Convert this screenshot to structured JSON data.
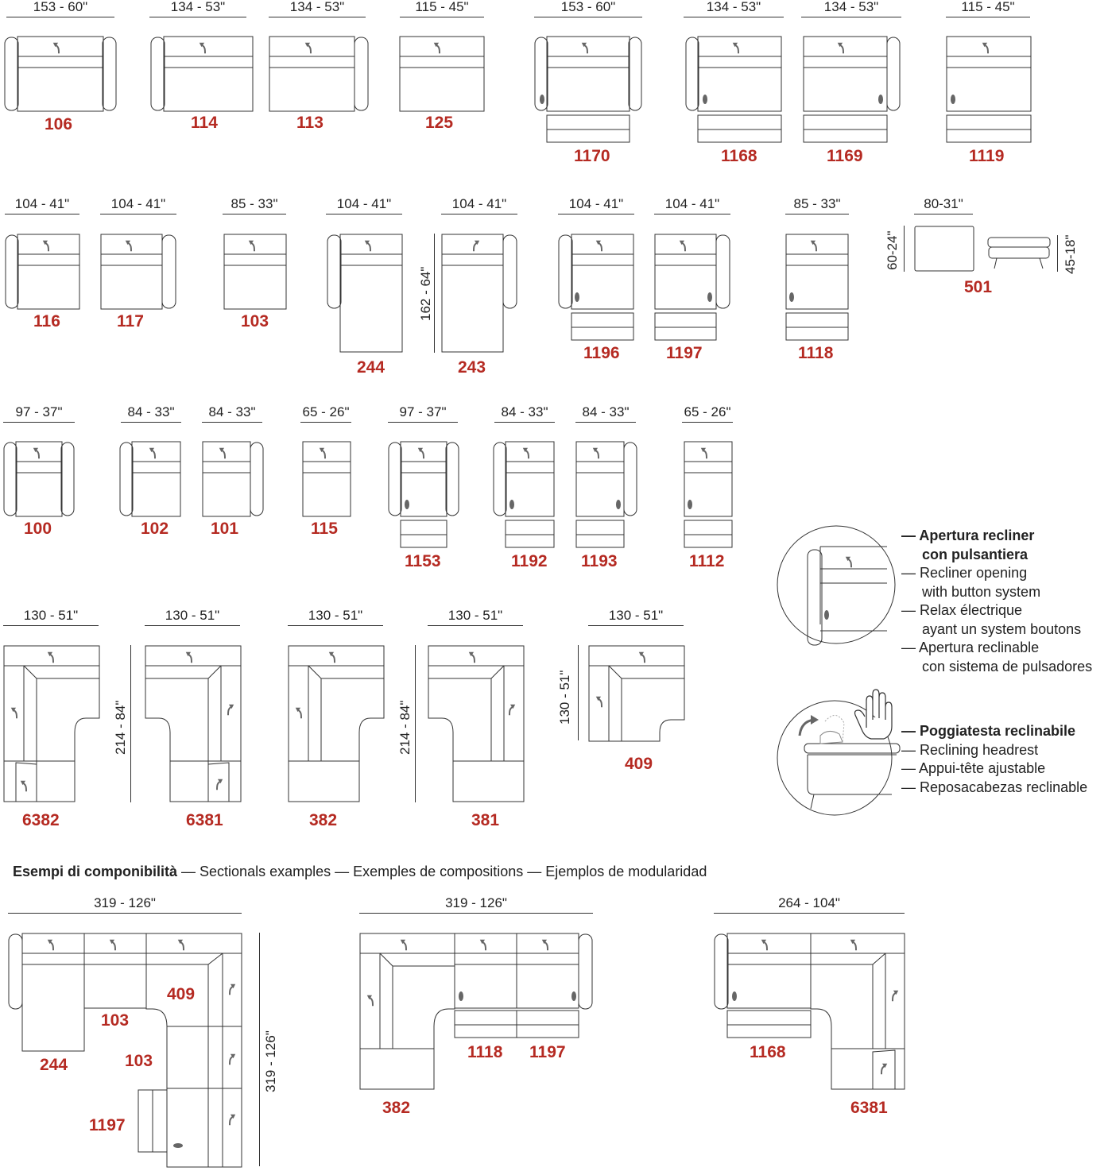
{
  "catalog": {
    "row1": [
      {
        "dim": "153 - 60\"",
        "code": "106"
      },
      {
        "dim": "134 - 53\"",
        "code": "114"
      },
      {
        "dim": "134 - 53\"",
        "code": "113"
      },
      {
        "dim": "115 - 45\"",
        "code": "125"
      },
      {
        "dim": "153 - 60\"",
        "code": "1170"
      },
      {
        "dim": "134 - 53\"",
        "code": "1168"
      },
      {
        "dim": "134 - 53\"",
        "code": "1169"
      },
      {
        "dim": "115 - 45\"",
        "code": "1119"
      }
    ],
    "row2": [
      {
        "dim": "104 - 41\"",
        "code": "116"
      },
      {
        "dim": "104 - 41\"",
        "code": "117"
      },
      {
        "dim": "85 - 33\"",
        "code": "103"
      },
      {
        "dim": "104 - 41\"",
        "code": "244"
      },
      {
        "dim": "104 - 41\"",
        "code": "243"
      },
      {
        "dim": "104 - 41\"",
        "code": "1196"
      },
      {
        "dim": "104 - 41\"",
        "code": "1197"
      },
      {
        "dim": "85 - 33\"",
        "code": "1118"
      },
      {
        "dim": "80-31\"",
        "code": "501"
      }
    ],
    "row2_extra": {
      "depth_244_243": "162 - 64\"",
      "pouf_depth": "60-24\"",
      "pouf_height": "45-18\""
    },
    "row3": [
      {
        "dim": "97 - 37\"",
        "code": "100"
      },
      {
        "dim": "84 - 33\"",
        "code": "102"
      },
      {
        "dim": "84 - 33\"",
        "code": "101"
      },
      {
        "dim": "65 - 26\"",
        "code": "115"
      },
      {
        "dim": "97 - 37\"",
        "code": "1153"
      },
      {
        "dim": "84 - 33\"",
        "code": "1192"
      },
      {
        "dim": "84 - 33\"",
        "code": "1193"
      },
      {
        "dim": "65 - 26\"",
        "code": "1112"
      }
    ],
    "row4": [
      {
        "dim": "130 - 51\"",
        "code": "6382"
      },
      {
        "dim": "130 - 51\"",
        "code": "6381"
      },
      {
        "dim": "130 - 51\"",
        "code": "382"
      },
      {
        "dim": "130 - 51\"",
        "code": "381"
      },
      {
        "dim": "130 - 51\"",
        "code": "409"
      }
    ],
    "row4_extra": {
      "depth_a": "214 - 84\"",
      "depth_b": "214 - 84\"",
      "depth_409": "130 - 51\""
    }
  },
  "legend": {
    "recliner": {
      "title_line1": "— Apertura recliner",
      "title_line2": "con pulsantiera",
      "lines": [
        "— Recliner opening",
        "with button system",
        "— Relax électrique",
        "ayant un system boutons",
        "— Apertura reclinable",
        "con sistema de pulsadores"
      ]
    },
    "headrest": {
      "title": "— Poggiatesta reclinabile",
      "lines": [
        "— Reclining headrest",
        "— Appui-tête ajustable",
        "— Reposacabezas reclinable"
      ]
    }
  },
  "examples": {
    "title_bold": "Esempi di componibilità",
    "title_rest": " — Sectionals examples — Exemples de compositions — Ejemplos de modularidad",
    "ex1": {
      "dim": "319 - 126\"",
      "depth": "319 - 126\"",
      "codes": [
        "244",
        "103",
        "409",
        "103",
        "1197"
      ]
    },
    "ex2": {
      "dim": "319 - 126\"",
      "codes": [
        "382",
        "1118",
        "1197"
      ]
    },
    "ex3": {
      "dim": "264 - 104\"",
      "codes": [
        "1168",
        "6381"
      ]
    }
  },
  "colors": {
    "code": "#b52a22",
    "line": "#333333",
    "arrow": "#555555"
  },
  "icons": [
    "tilt-arrow-icon",
    "recliner-button-icon",
    "raised-hand-icon",
    "headrest-arrow-icon"
  ]
}
